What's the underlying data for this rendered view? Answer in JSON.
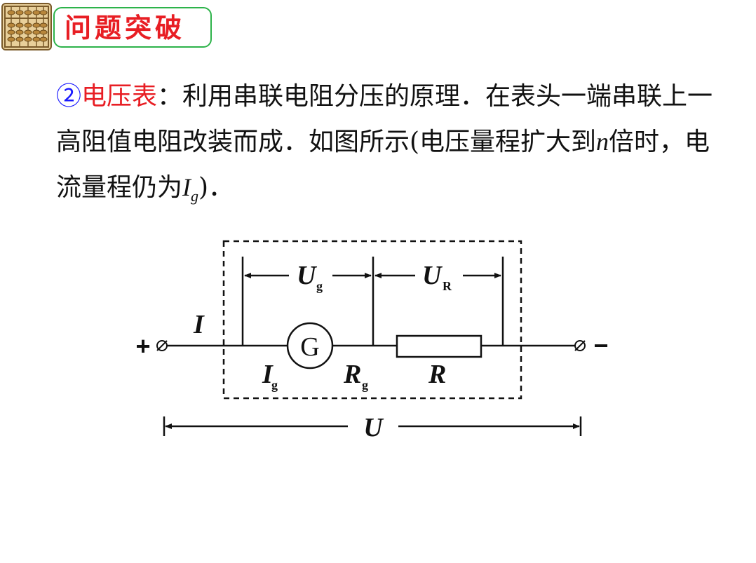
{
  "header": {
    "title": "问题突破"
  },
  "paragraph": {
    "marker": "②",
    "term": "电压表",
    "text1": "：利用串联电阻分压的原理．在表头一端串联上一高阻值电阻改装而成．如图所示(电压量程扩大到",
    "n_var": "n",
    "text2": "倍时，电流量程仍为",
    "ig_var": "I",
    "ig_sub": "g",
    "text3": ")．"
  },
  "circuit": {
    "galvanometer": "G",
    "plus": "+",
    "minus": "−",
    "I": "I",
    "Ig_main": "I",
    "Ig_sub": "g",
    "Rg_main": "R",
    "Rg_sub": "g",
    "R": "R",
    "Ug_main": "U",
    "Ug_sub": "g",
    "UR_main": "U",
    "UR_sub": "R",
    "U": "U"
  },
  "colors": {
    "title": "#e81e24",
    "title_border": "#2db34a",
    "marker": "#1a1aff",
    "term": "#e81e24"
  }
}
